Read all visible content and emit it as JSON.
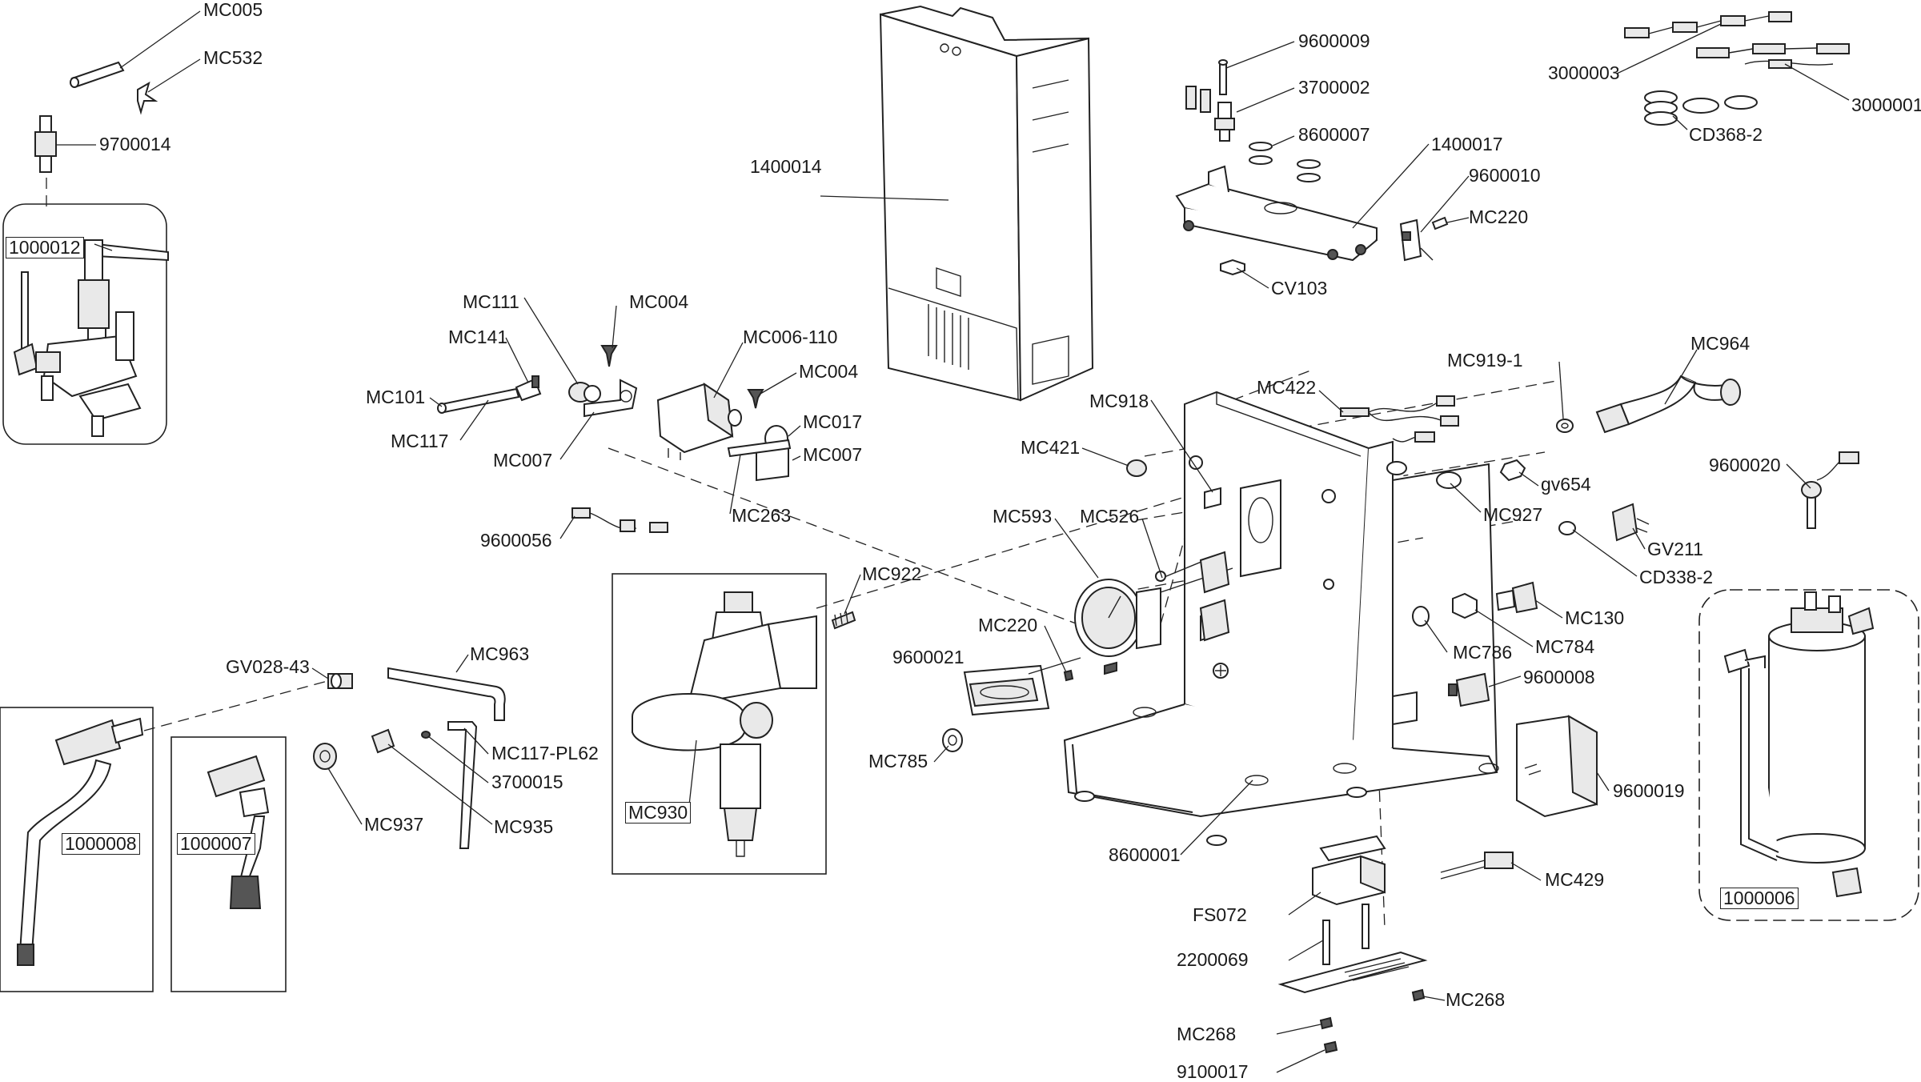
{
  "labels": {
    "MC005": "MC005",
    "MC532": "MC532",
    "p9700014": "9700014",
    "p1000012": "1000012",
    "p1400014": "1400014",
    "p9600009": "9600009",
    "p3700002": "3700002",
    "p8600007": "8600007",
    "p1400017": "1400017",
    "p9600010": "9600010",
    "MC220a": "MC220",
    "CV103": "CV103",
    "p3000003": "3000003",
    "p3000001": "3000001",
    "CD368_2": "CD368-2",
    "MC111": "MC111",
    "MC004a": "MC004",
    "MC141": "MC141",
    "MC006_110": "MC006-110",
    "MC004b": "MC004",
    "MC101": "MC101",
    "MC117": "MC117",
    "MC017": "MC017",
    "MC007a": "MC007",
    "MC007b": "MC007",
    "MC263": "MC263",
    "p9600056": "9600056",
    "MC422": "MC422",
    "MC919_1": "MC919-1",
    "MC964": "MC964",
    "MC918": "MC918",
    "MC421": "MC421",
    "gv654": "gv654",
    "p9600020": "9600020",
    "MC927": "MC927",
    "MC593": "MC593",
    "MC526": "MC526",
    "GV211": "GV211",
    "CD338_2": "CD338-2",
    "MC922": "MC922",
    "MC130": "MC130",
    "MC786": "MC786",
    "MC784": "MC784",
    "MC220b": "MC220",
    "p9600021": "9600021",
    "p9600008": "9600008",
    "GV028_43": "GV028-43",
    "MC963": "MC963",
    "MC117_PL62": "MC117-PL62",
    "p3700015": "3700015",
    "MC937": "MC937",
    "MC935": "MC935",
    "MC930": "MC930",
    "MC785": "MC785",
    "p9600019": "9600019",
    "p8600001": "8600001",
    "MC429": "MC429",
    "p1000008": "1000008",
    "p1000007": "1000007",
    "p1000006": "1000006",
    "FS072": "FS072",
    "p2200069": "2200069",
    "MC268a": "MC268",
    "MC268b": "MC268",
    "p9100017": "9100017"
  },
  "colors": {
    "ink": "#222222",
    "paper": "#ffffff",
    "shade": "#e9e9e9"
  }
}
